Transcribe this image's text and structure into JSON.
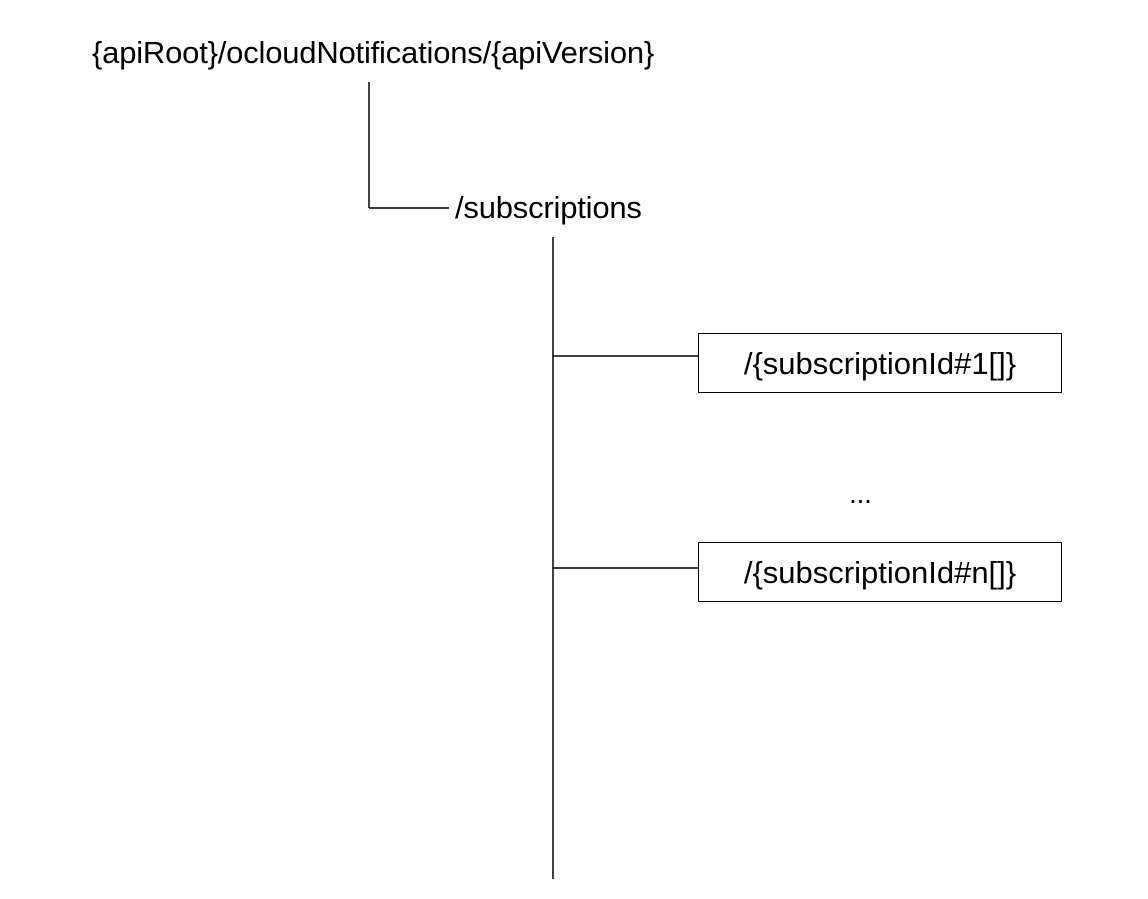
{
  "diagram": {
    "root": {
      "label": "{apiRoot}/ocloudNotifications/{apiVersion}"
    },
    "subscriptions": {
      "label": "/subscriptions"
    },
    "items": [
      {
        "label": "/{subscriptionId#1[]}"
      },
      {
        "label": "/{subscriptionId#n[]}"
      }
    ],
    "ellipsis": "..."
  }
}
